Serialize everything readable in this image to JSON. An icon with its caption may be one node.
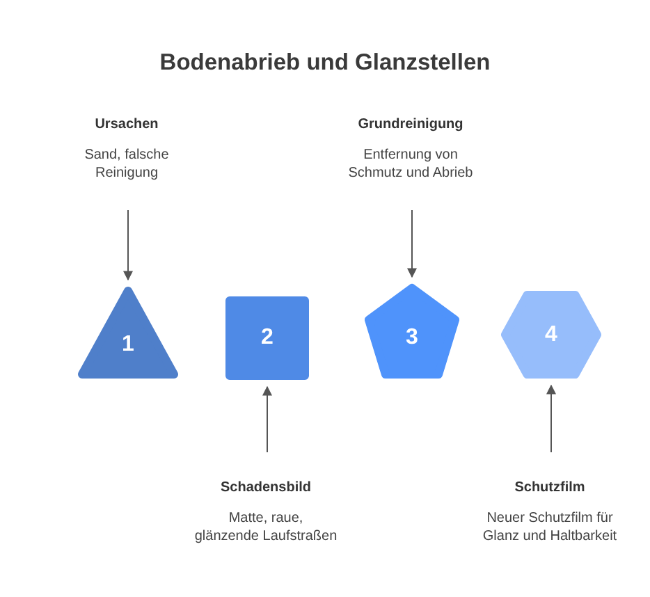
{
  "diagram": {
    "title": "Bodenabrieb und Glanzstellen",
    "nodes": [
      {
        "text": [
          "Ursachen",
          "Sand, falsche Reinigung"
        ]
      },
      {
        "text": [
          "Grundreinigung",
          "Entfernung von Schmutz und Abrieb"
        ]
      },
      {
        "text": [
          "1"
        ]
      },
      {
        "text": [
          "2"
        ]
      },
      {
        "text": [
          "3"
        ]
      },
      {
        "text": [
          "4"
        ]
      },
      {
        "text": [
          "Schadensbild",
          "Matte, raue, glänzende Laufstraßen"
        ]
      },
      {
        "text": [
          "Schutzfilm",
          "Neuer Schutzfilm für Glanz und Haltbarkeit"
        ]
      }
    ],
    "edges": [
      {
        "from": 0,
        "to": 2,
        "arrow": "to"
      },
      {
        "from": 6,
        "to": 3,
        "arrow": "to"
      },
      {
        "from": 1,
        "to": 4,
        "arrow": "to"
      },
      {
        "from": 7,
        "to": 5,
        "arrow": "to"
      }
    ]
  }
}
